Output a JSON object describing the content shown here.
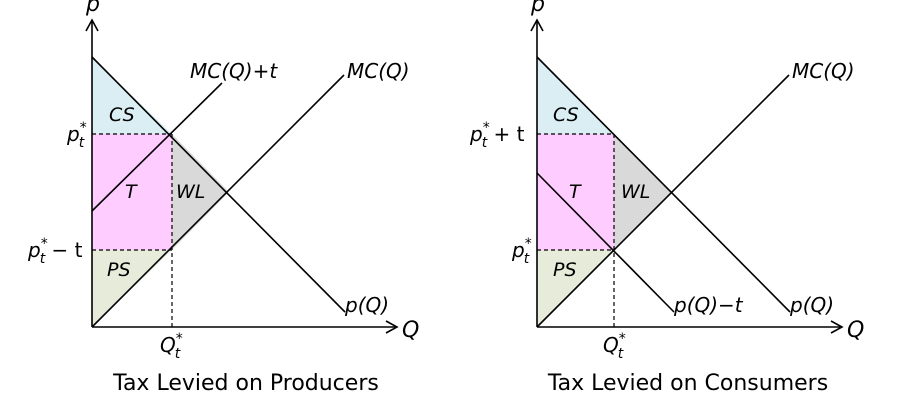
{
  "colors": {
    "cs": "#daeef4",
    "tax": "#ffccff",
    "wl": "#d9d9d9",
    "ps": "#e6ecd9"
  },
  "left": {
    "caption": "Tax Levied on Producers",
    "axis_p": "p",
    "axis_q": "Q",
    "curve_supply_tax": "MC(Q)+t",
    "curve_supply": "MC(Q)",
    "curve_demand": "p(Q)",
    "tick_p_high": "p_t^*",
    "tick_p_low": "p_t^* − t",
    "tick_q": "Q_t^*",
    "region_cs": "CS",
    "region_tax": "T",
    "region_wl": "WL",
    "region_ps": "PS"
  },
  "right": {
    "caption": "Tax Levied on Consumers",
    "axis_p": "p",
    "axis_q": "Q",
    "curve_supply": "MC(Q)",
    "curve_demand_tax": "p(Q)−t",
    "curve_demand": "p(Q)",
    "tick_p_high": "p_t^* + t",
    "tick_p_low": "p_t^*",
    "tick_q": "Q_t^*",
    "region_cs": "CS",
    "region_tax": "T",
    "region_wl": "WL",
    "region_ps": "PS"
  }
}
